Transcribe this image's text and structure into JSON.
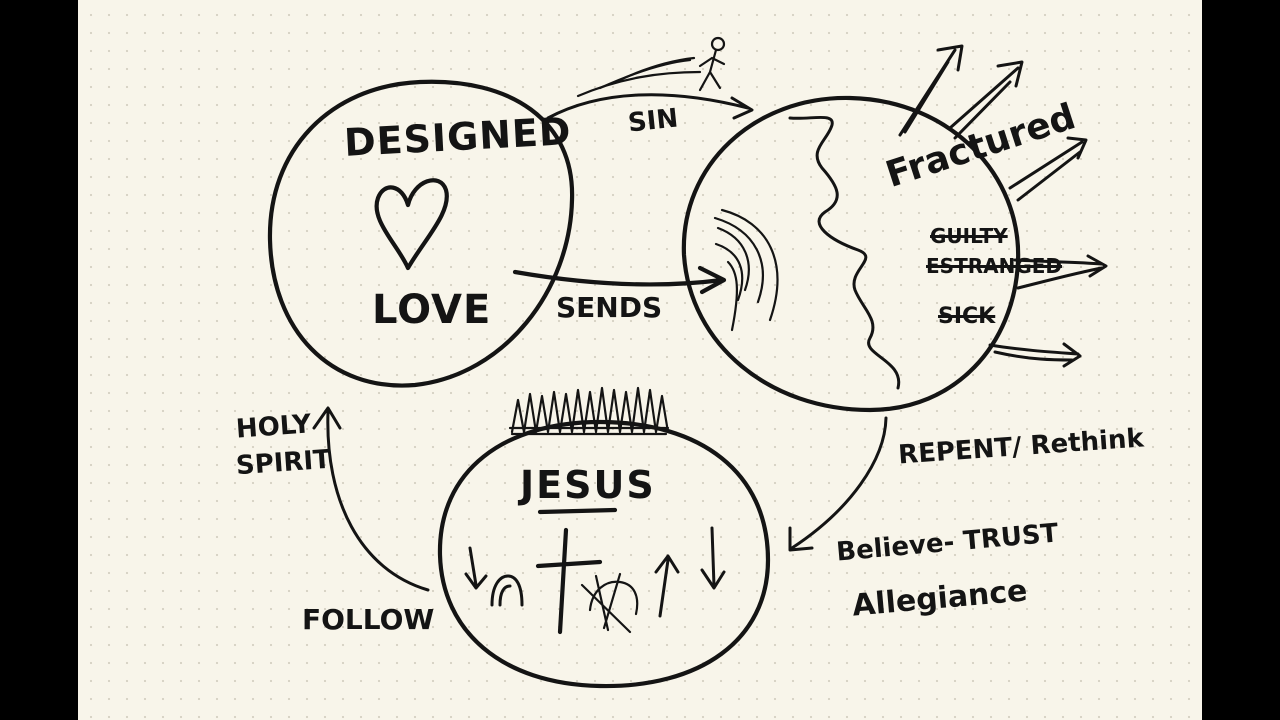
{
  "circles": {
    "designed": {
      "title": "DESIGNED",
      "subtitle": "LOVE",
      "icon": "heart-icon"
    },
    "fractured": {
      "title": "Fractured",
      "items": [
        "GUILTY",
        "ESTRANGED",
        "SICK"
      ]
    },
    "jesus": {
      "title": "JESUS",
      "icon": "cross-icon"
    }
  },
  "arrows": {
    "sin": "SIN",
    "sends": "SENDS",
    "repent": "REPENT/ Rethink",
    "believe": "Believe- TRUST",
    "allegiance": "Allegiance",
    "holy_spirit_line1": "HOLY",
    "holy_spirit_line2": "SPIRIT",
    "follow": "FOLLOW"
  },
  "colors": {
    "ink": "#141414",
    "paper": "#f8f5ea",
    "bars": "#000000"
  }
}
